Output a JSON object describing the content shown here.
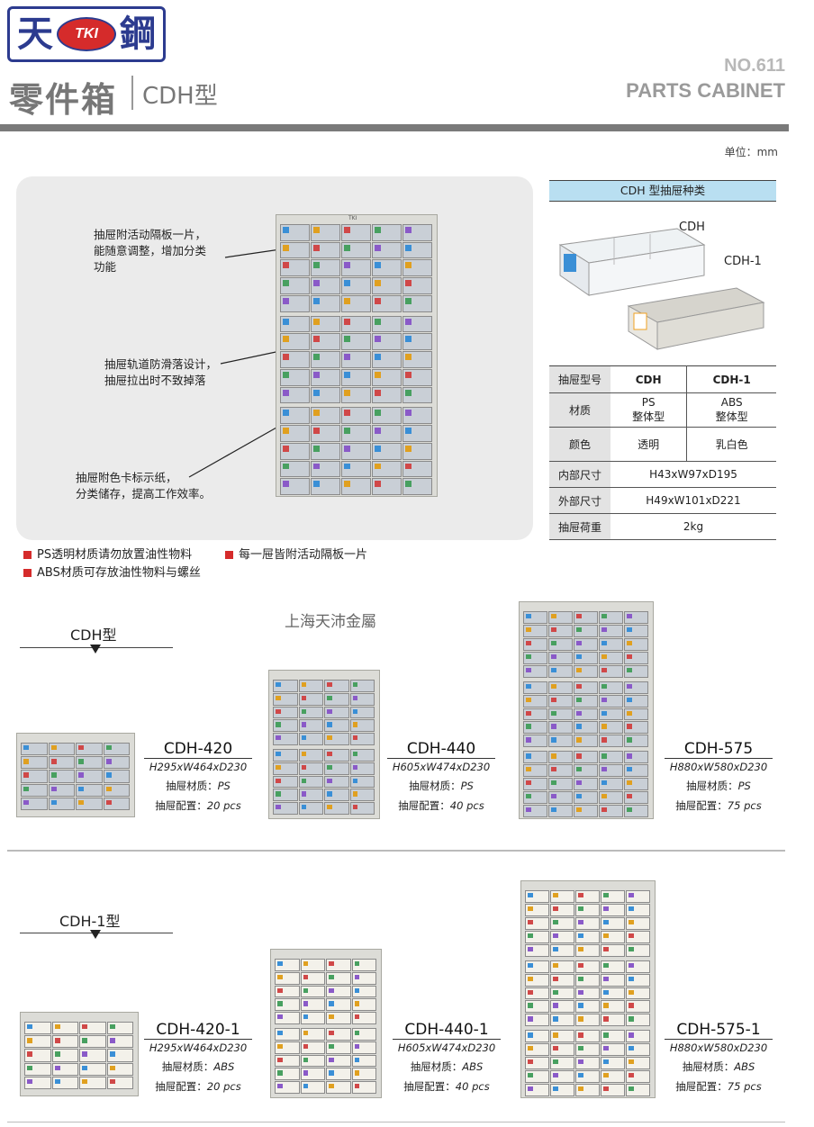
{
  "header": {
    "logo": {
      "left_char": "天",
      "oval": "TKI",
      "right_char": "鋼"
    },
    "title_cn": "零件箱",
    "title_model": "CDH型",
    "catalog_no": "NO.611",
    "catalog_name": "PARTS CABINET",
    "unit": "单位：mm"
  },
  "features": {
    "callouts": [
      {
        "line1": "抽屉附活动隔板一片，",
        "line2": "能随意调整，增加分类",
        "line3": "功能"
      },
      {
        "line1": "抽屉轨道防滑落设计，",
        "line2": "抽屉拉出时不致掉落",
        "line3": ""
      },
      {
        "line1": "抽屉附色卡标示纸，",
        "line2": "分类储存，提高工作效率。",
        "line3": ""
      }
    ],
    "cabinet_tag": "TKI",
    "notes": [
      "PS透明材质请勿放置油性物料",
      "每一屉皆附活动隔板一片",
      "ABS材质可存放油性物料与螺丝"
    ]
  },
  "spec": {
    "heading": "CDH 型抽屉种类",
    "drawer_labels": [
      "CDH",
      "CDH-1"
    ],
    "header_row": {
      "label": "抽屉型号",
      "a": "CDH",
      "b": "CDH-1"
    },
    "material": {
      "label": "材质",
      "a1": "PS",
      "a2": "整体型",
      "b1": "ABS",
      "b2": "整体型"
    },
    "color": {
      "label": "颜色",
      "a": "透明",
      "b": "乳白色"
    },
    "inner": {
      "label": "内部尺寸",
      "value": "H43xW97xD195"
    },
    "outer": {
      "label": "外部尺寸",
      "value": "H49xW101xD221"
    },
    "load": {
      "label": "抽屉荷重",
      "value": "2kg"
    }
  },
  "watermark": "上海天沛金屬",
  "series": [
    {
      "label": "CDH型",
      "products": [
        {
          "name": "CDH-420",
          "dims": "H295xW464xD230",
          "material_label": "抽屉材质：",
          "material": "PS",
          "config_label": "抽屉配置：",
          "config": "20 pcs"
        },
        {
          "name": "CDH-440",
          "dims": "H605xW474xD230",
          "material_label": "抽屉材质：",
          "material": "PS",
          "config_label": "抽屉配置：",
          "config": "40 pcs"
        },
        {
          "name": "CDH-575",
          "dims": "H880xW580xD230",
          "material_label": "抽屉材质：",
          "material": "PS",
          "config_label": "抽屉配置：",
          "config": "75 pcs"
        }
      ]
    },
    {
      "label": "CDH-1型",
      "products": [
        {
          "name": "CDH-420-1",
          "dims": "H295xW464xD230",
          "material_label": "抽屉材质：",
          "material": "ABS",
          "config_label": "抽屉配置：",
          "config": "20 pcs"
        },
        {
          "name": "CDH-440-1",
          "dims": "H605xW474xD230",
          "material_label": "抽屉材质：",
          "material": "ABS",
          "config_label": "抽屉配置：",
          "config": "40 pcs"
        },
        {
          "name": "CDH-575-1",
          "dims": "H880xW580xD230",
          "material_label": "抽屉材质：",
          "material": "ABS",
          "config_label": "抽屉配置：",
          "config": "75 pcs"
        }
      ]
    }
  ],
  "colors": {
    "brand_blue": "#2c3b8f",
    "brand_red": "#d52b2b",
    "spec_header": "#b9dff1",
    "panel_bg": "#ebebeb"
  }
}
